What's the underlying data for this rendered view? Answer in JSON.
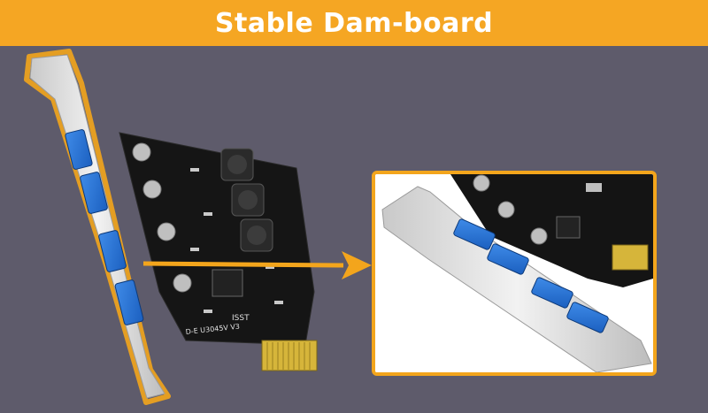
{
  "banner": {
    "title": "Stable Dam-board",
    "color": "#f5a623"
  },
  "scene": {
    "background": "#5e5b6b",
    "highlight_color": "#f3a51c",
    "card_label_1": "ISST",
    "card_label_2": "D-E U3045V V3"
  }
}
